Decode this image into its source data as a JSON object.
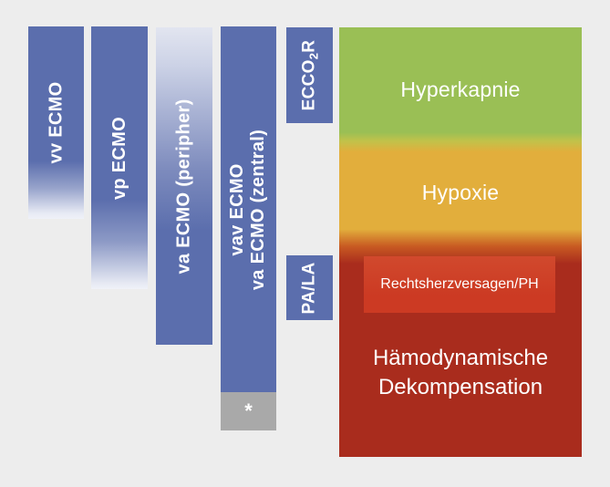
{
  "figure": {
    "description": "ECMO modality indications diagram",
    "background_color": "#ededed",
    "bar_color": "#5b6ead",
    "footnote_box_color": "#a9a9a9"
  },
  "bars": [
    {
      "label": "vv ECMO",
      "fade": "bottom"
    },
    {
      "label": "vp ECMO",
      "fade": "bottom"
    },
    {
      "label": "va ECMO (peripher)",
      "fade": "top"
    },
    {
      "label_line1": "vav ECMO",
      "label_line2": "va ECMO (zentral)",
      "footnote_marker": "*"
    }
  ],
  "connectors": [
    {
      "label_pre": "ECCO",
      "label_sub": "2",
      "label_post": "R"
    },
    {
      "label": "PA/LA"
    }
  ],
  "indications_panel": {
    "zones": [
      {
        "label": "Hyperkapnie",
        "color": "#9abf55"
      },
      {
        "label": "Hypoxie",
        "color": "#e2ae3c"
      },
      {
        "label": "Rechtsherzversagen/PH",
        "color": "#cd3c25"
      },
      {
        "label_line1": "Hämodynamische",
        "label_line2": "Dekompensation",
        "color": "#a92c1d"
      }
    ]
  }
}
